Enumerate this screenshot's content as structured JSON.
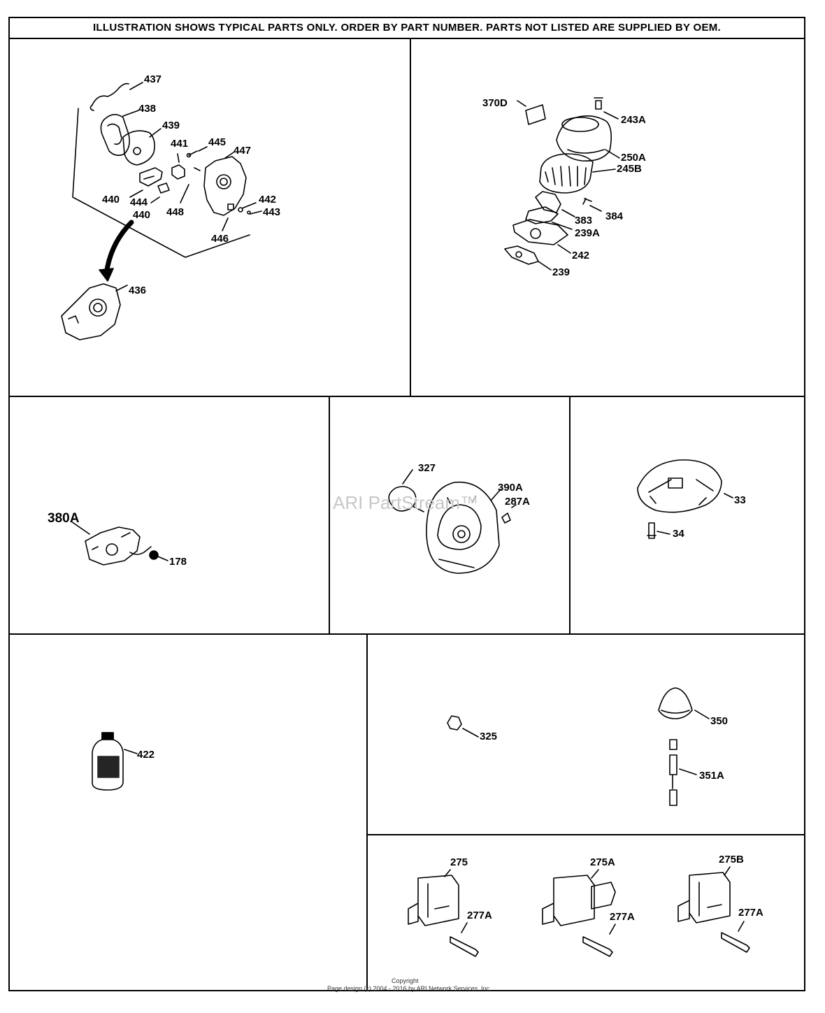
{
  "header": {
    "text": "ILLUSTRATION SHOWS TYPICAL PARTS ONLY. ORDER BY PART NUMBER. PARTS NOT LISTED ARE SUPPLIED BY OEM."
  },
  "labels": {
    "p437": "437",
    "p438": "438",
    "p439": "439",
    "p441": "441",
    "p445": "445",
    "p447": "447",
    "p440a": "440",
    "p444": "444",
    "p440b": "440",
    "p448": "448",
    "p442": "442",
    "p443": "443",
    "p446": "446",
    "p436": "436",
    "p370D": "370D",
    "p243A": "243A",
    "p250A": "250A",
    "p245B": "245B",
    "p384": "384",
    "p383": "383",
    "p239A": "239A",
    "p242": "242",
    "p239": "239",
    "p380A": "380A",
    "p178": "178",
    "p327": "327",
    "p390A": "390A",
    "p287A": "287A",
    "p33": "33",
    "p34": "34",
    "p422": "422",
    "p325": "325",
    "p350": "350",
    "p351A": "351A",
    "p275": "275",
    "p277A_1": "277A",
    "p275A": "275A",
    "p277A_2": "277A",
    "p275B": "275B",
    "p277A_3": "277A"
  },
  "watermark": "ARI PartStream™",
  "footer": {
    "copyright": "Copyright",
    "design": "Page design (c) 2004 - 2016 by ARI Network Services, Inc."
  }
}
